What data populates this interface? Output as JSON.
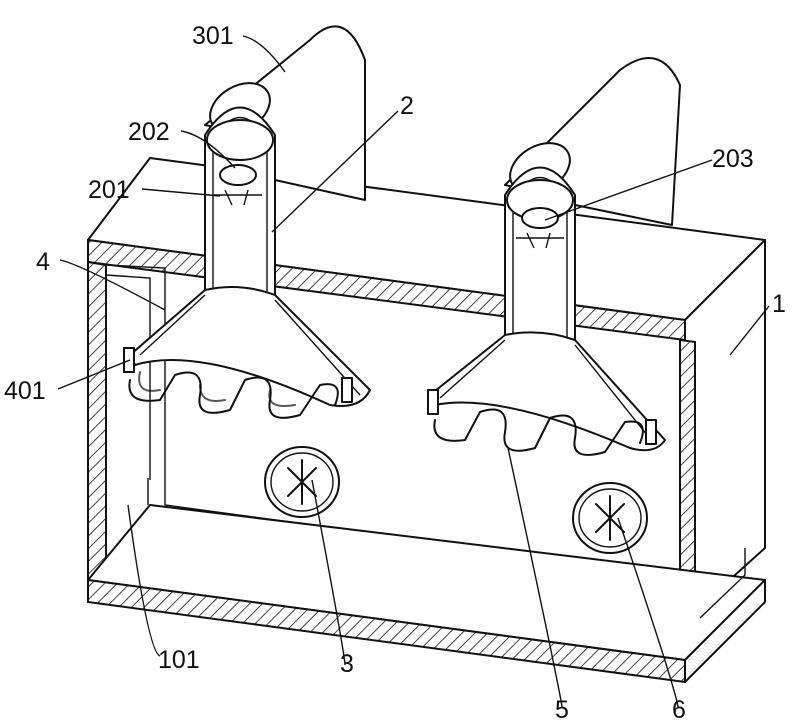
{
  "figure": {
    "labels": {
      "l301": "301",
      "l202": "202",
      "l201": "201",
      "l2": "2",
      "l203": "203",
      "l4": "4",
      "l401": "401",
      "l1": "1",
      "l101": "101",
      "l3": "3",
      "l5": "5",
      "l6": "6"
    }
  }
}
